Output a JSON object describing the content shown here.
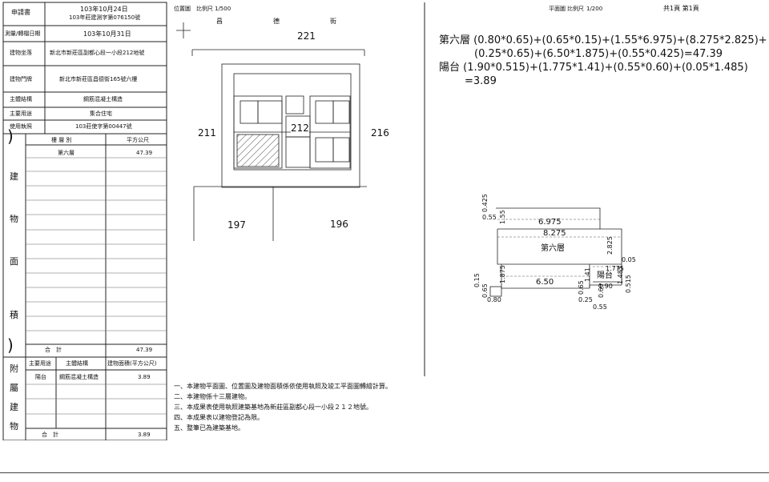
{
  "info_table": {
    "applicant_label": "申請書",
    "date_line1": "103年10月24日",
    "date_line2": "103年莊建測字第076150號",
    "reg_date_label": "測量/轉檔日期",
    "reg_date": "103年10月31日",
    "location_label": "建物坐落",
    "location": "新北市新莊區副都心段一小段212地號",
    "address_label": "建物門牌",
    "address": "新北市新莊區昌德街165號六樓",
    "structure_label": "主體結構",
    "structure": "鋼筋混凝土構造",
    "usage_label": "主要用途",
    "usage": "集合住宅",
    "permit_label": "使用執照",
    "permit": "103莊使字第00447號"
  },
  "area_table": {
    "floor_header": "樓 層 別",
    "unit_header": "平方公尺",
    "side_chars": [
      "建",
      "物",
      "面",
      "積"
    ],
    "rows": [
      {
        "floor": "第六層",
        "area": "47.39"
      }
    ],
    "total_label": "合　計",
    "total_value": "47.39"
  },
  "annex_table": {
    "side_chars": [
      "附",
      "屬",
      "建",
      "物"
    ],
    "headers": [
      "主要用途",
      "主體結構",
      "建物面積(平方公尺)"
    ],
    "rows": [
      {
        "use": "陽台",
        "structure": "鋼筋混凝土構造",
        "area": "3.89"
      }
    ],
    "total_label": "合　計",
    "total_value": "3.89"
  },
  "site_plan": {
    "title": "位置圖",
    "scale_label": "比例尺",
    "scale": "1/500",
    "street_chars": [
      "昌",
      "德",
      "街"
    ],
    "parcels": {
      "top": "221",
      "left": "211",
      "center": "212",
      "right": "216",
      "bottom_left": "197",
      "bottom_right": "196"
    }
  },
  "floor_plan": {
    "title": "平面圖",
    "scale_label": "比例尺",
    "scale": "1/200",
    "page": "共1頁 第1頁",
    "formula_line1": "第六層 (0.80*0.65)+(0.65*0.15)+(1.55*6.975)+(8.275*2.825)+",
    "formula_line2": "(0.25*0.65)+(6.50*1.875)+(0.55*0.425)=47.39",
    "formula_line3": "陽台 (1.90*0.515)+(1.775*1.41)+(0.55*0.60)+(0.05*1.485)",
    "formula_line4": "=3.89",
    "floor_label": "第六層",
    "balcony_label": "陽台",
    "dims_h": [
      "6.975",
      "8.275",
      "6.50",
      "1.775",
      "1.90",
      "0.80",
      "0.25",
      "0.55"
    ],
    "dims_v": [
      "0.425",
      "0.55",
      "1.55",
      "2.825",
      "0.05",
      "1.485",
      "0.515",
      "0.15",
      "0.65",
      "1.875",
      "1.41",
      "0.65",
      "0.60"
    ]
  },
  "notes": [
    "一、本建物平面圖、位置圖及建物面積係依使用執照及竣工平面圖轉繪計算。",
    "二、本建物係十三層建物。",
    "三、本成果表使用執照建築基地為新莊區副都心段一小段２１２地號。",
    "四、本成果表以建物登記為限。",
    "五、整筆已為建築基地。"
  ]
}
